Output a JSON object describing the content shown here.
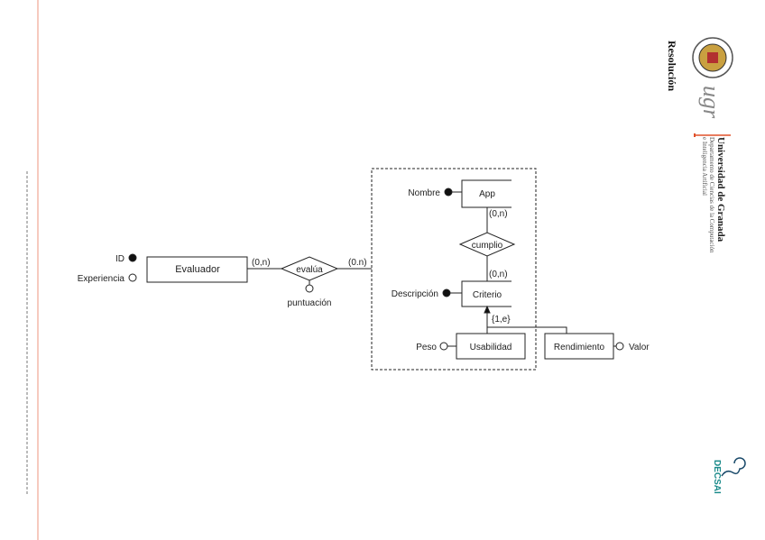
{
  "header": {
    "title": "Resolución",
    "university": "Universidad de Granada",
    "logo_text": "ugr",
    "department_line1": "Departamento de Ciencias de la Computación",
    "department_line2": "e Inteligencia Artificial",
    "department_logo": "DECSAI"
  },
  "diagram": {
    "entities": {
      "evaluador": "Evaluador",
      "app": "App",
      "criterio": "Criterio",
      "usabilidad": "Usabilidad",
      "rendimiento": "Rendimiento"
    },
    "relationships": {
      "evalua": "evalúa",
      "cumplio": "cumplio"
    },
    "attributes": {
      "id": "ID",
      "experiencia": "Experiencia",
      "puntuacion": "puntuación",
      "nombre": "Nombre",
      "descripcion": "Descripción",
      "peso": "Peso",
      "valor": "Valor"
    },
    "cardinalities": {
      "evaluador_evalua": "(0,n)",
      "evalua_aggregate": "(0.n)",
      "app_cumplio": "(0,n)",
      "cumplio_criterio": "(0,n)",
      "specialization": "{1,e}"
    }
  },
  "colors": {
    "accent_line": "#f0a898",
    "ugr_red": "#e0502a",
    "decsai": "#1a8a8a"
  }
}
